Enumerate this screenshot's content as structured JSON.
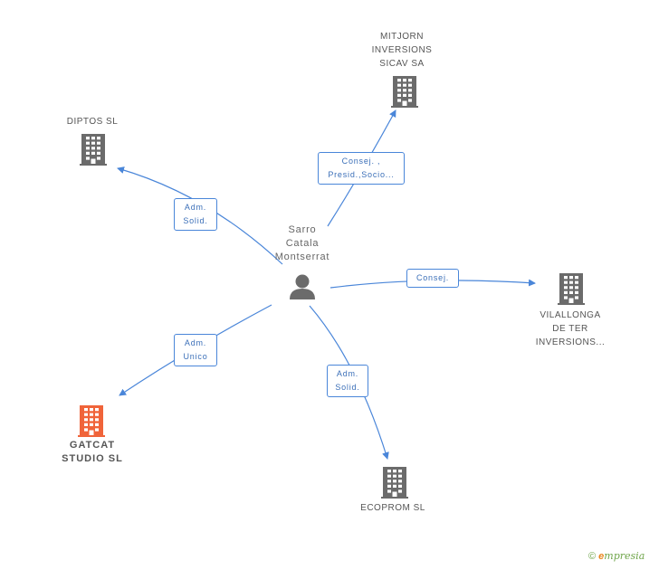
{
  "center": {
    "name": "Sarro\nCatala\nMontserrat"
  },
  "nodes": [
    {
      "id": "mitjorn",
      "label": "MITJORN\nINVERSIONS\nSICAV SA",
      "highlight": false
    },
    {
      "id": "diptos",
      "label": "DIPTOS SL",
      "highlight": false
    },
    {
      "id": "vilallonga",
      "label": "VILALLONGA\nDE TER\nINVERSIONS...",
      "highlight": false
    },
    {
      "id": "gatcat",
      "label": "GATCAT\nSTUDIO SL",
      "highlight": true
    },
    {
      "id": "ecoprom",
      "label": "ECOPROM SL",
      "highlight": false
    }
  ],
  "edges": [
    {
      "to": "mitjorn",
      "label": "Consej. ,\nPresid.,Socio..."
    },
    {
      "to": "diptos",
      "label": "Adm.\nSolid."
    },
    {
      "to": "vilallonga",
      "label": "Consej."
    },
    {
      "to": "gatcat",
      "label": "Adm.\nUnico"
    },
    {
      "to": "ecoprom",
      "label": "Adm.\nSolid."
    }
  ],
  "footer": {
    "copyright": "©",
    "brand_initial": "e",
    "brand_rest": "mpresia"
  },
  "colors": {
    "edge": "#4a86d9",
    "building": "#6b6b6b",
    "highlight": "#f0643a",
    "person": "#6b6b6b"
  }
}
